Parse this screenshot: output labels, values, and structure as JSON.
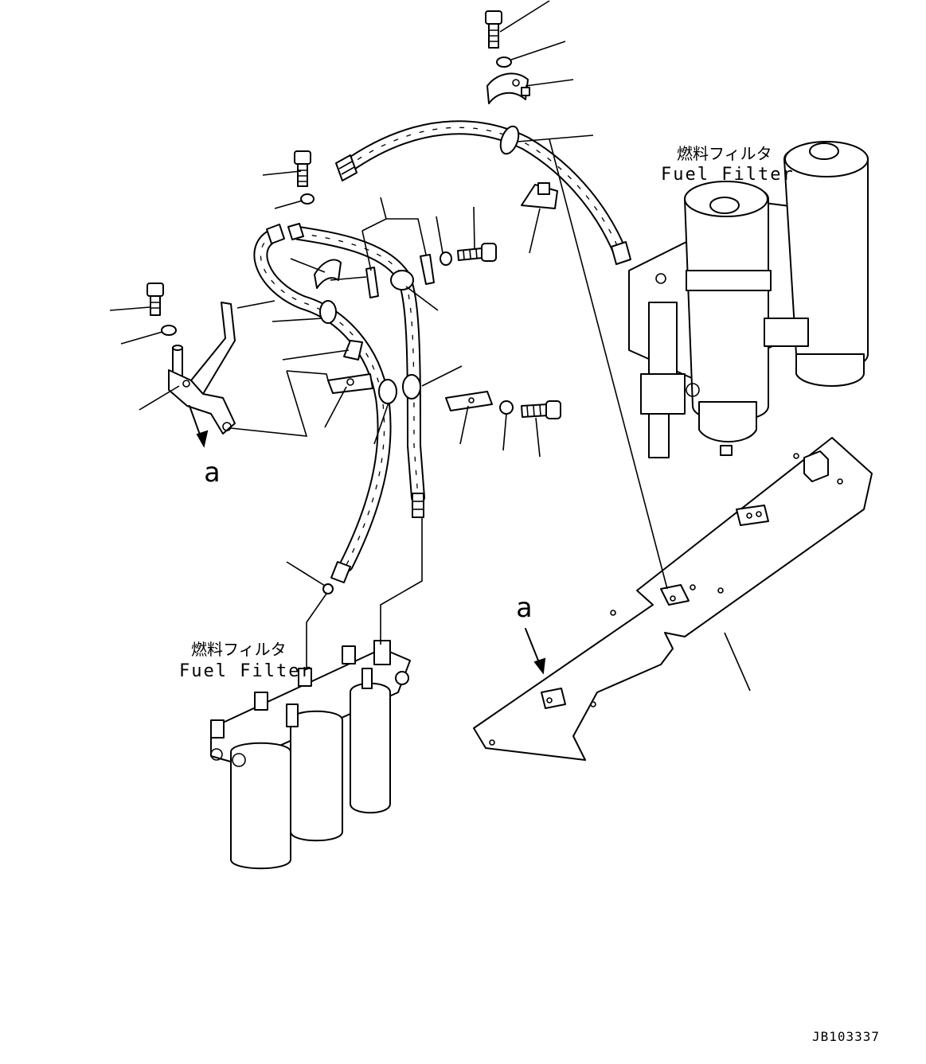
{
  "labels": {
    "fuel_filter_upper_jp": "燃料フィルタ",
    "fuel_filter_upper_en": "Fuel Filter",
    "fuel_filter_lower_jp": "燃料フィルタ",
    "fuel_filter_lower_en": "Fuel Filter",
    "view_a_left": "a",
    "view_a_right": "a",
    "drawing_id": "JB103337"
  }
}
